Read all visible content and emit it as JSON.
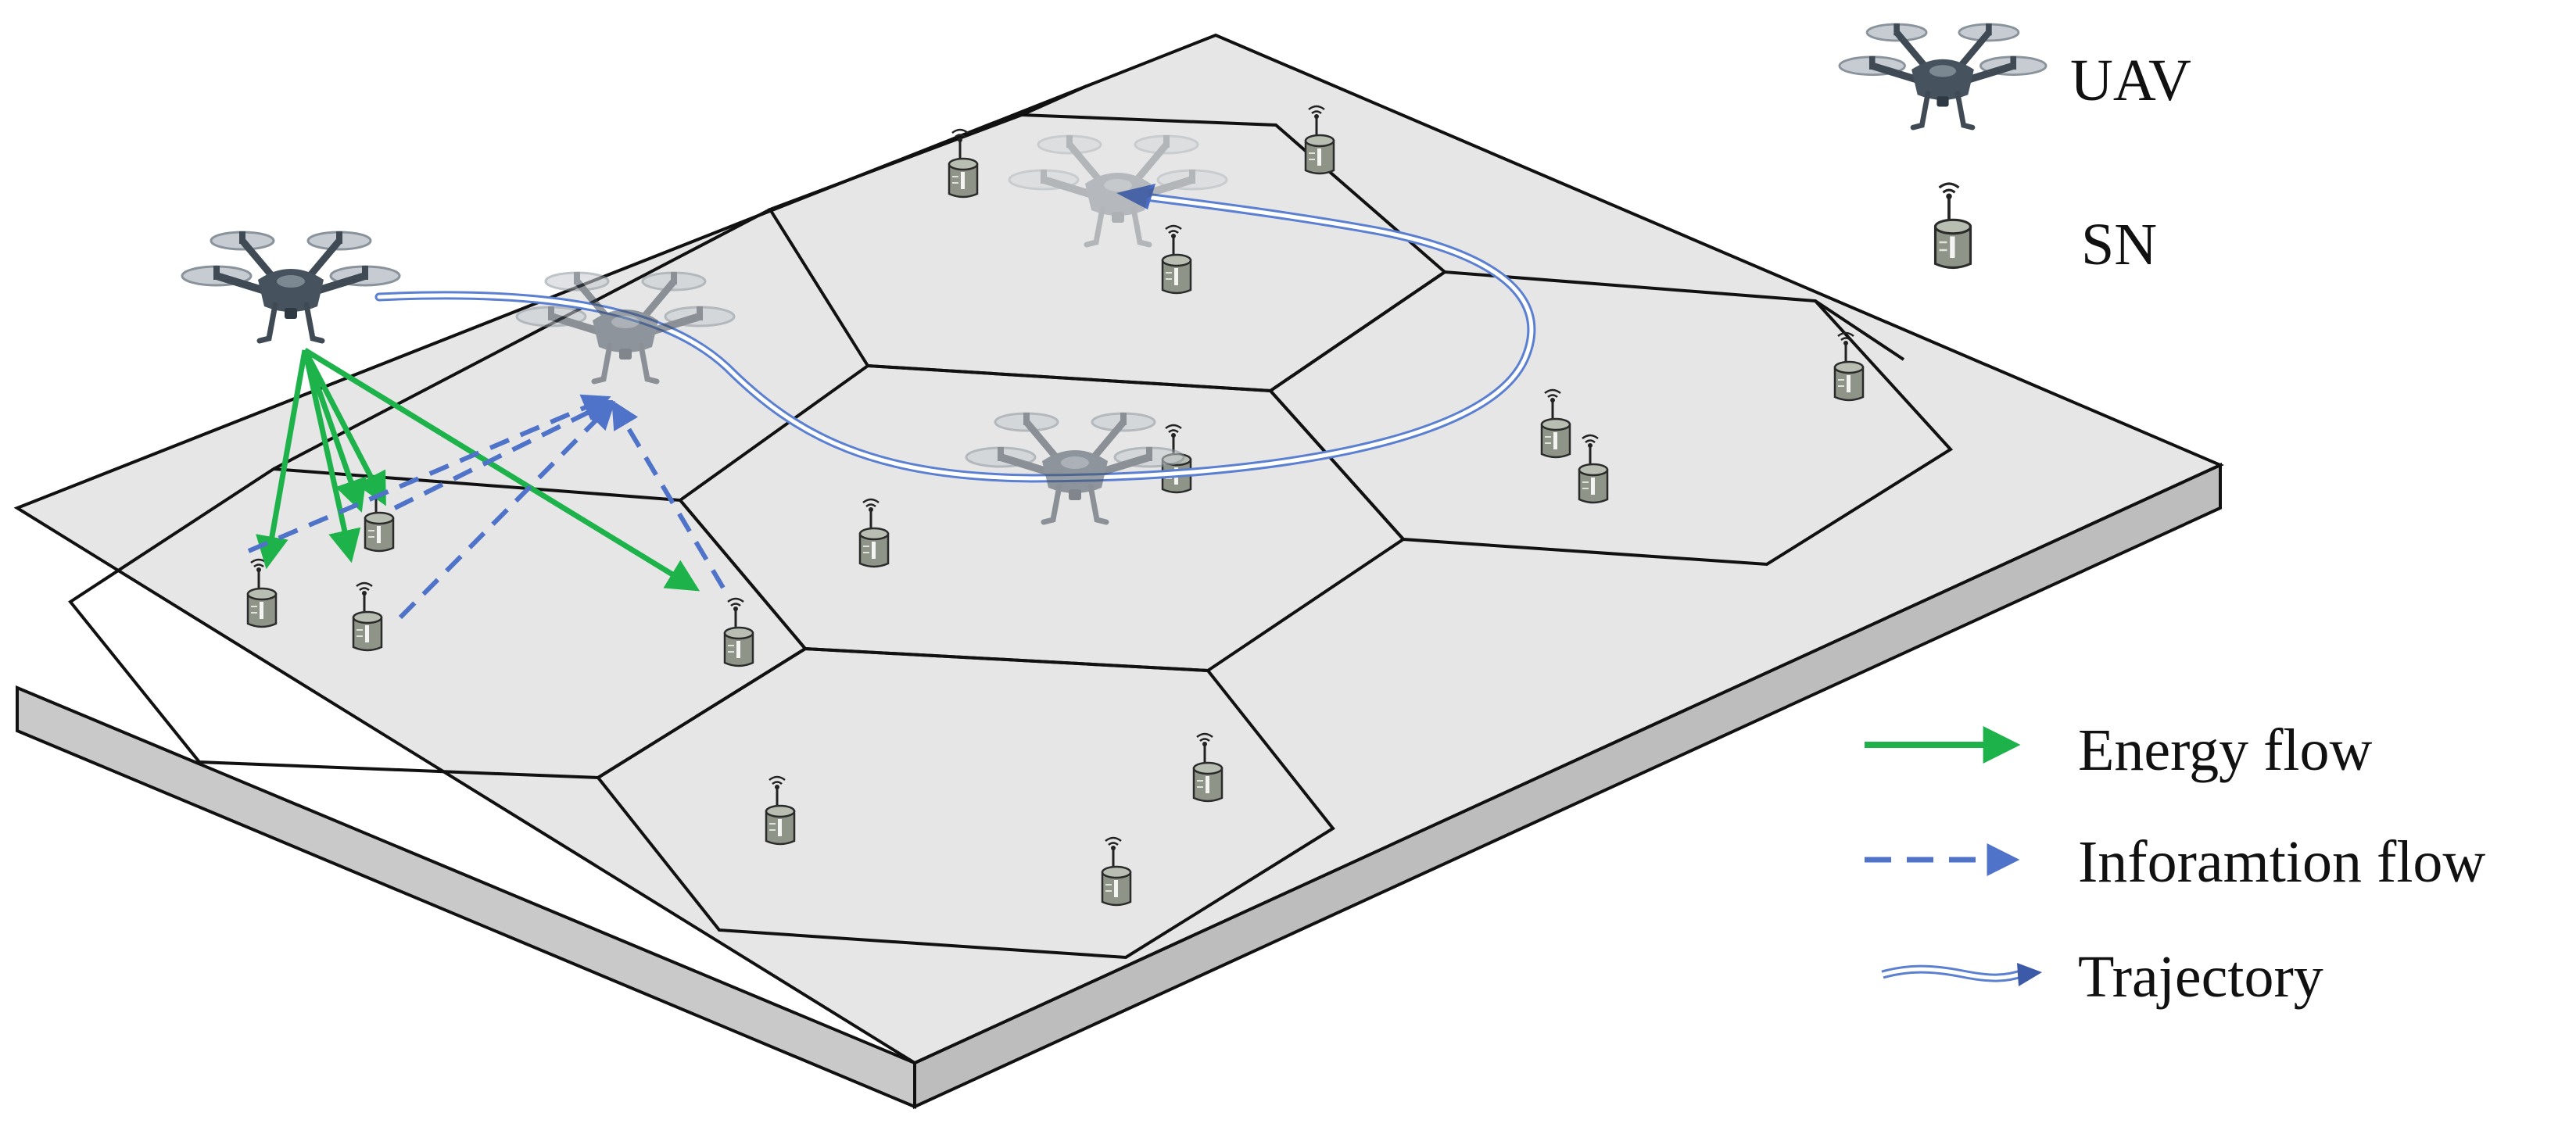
{
  "legend": {
    "uav_label": "UAV",
    "sn_label": "SN",
    "energy_label": "Energy flow",
    "info_label": "Inforamtion flow",
    "trajectory_label": "Trajectory"
  },
  "colors": {
    "energy": "#1db34a",
    "information": "#4f73c9",
    "trajectory": "#5b7fd1",
    "platform_top": "#e6e6e6",
    "platform_side": "#c9c9c9",
    "cell_border": "#111111"
  },
  "icons": {
    "uav": "quadcopter-drone-icon",
    "sn": "sensor-node-icon"
  }
}
